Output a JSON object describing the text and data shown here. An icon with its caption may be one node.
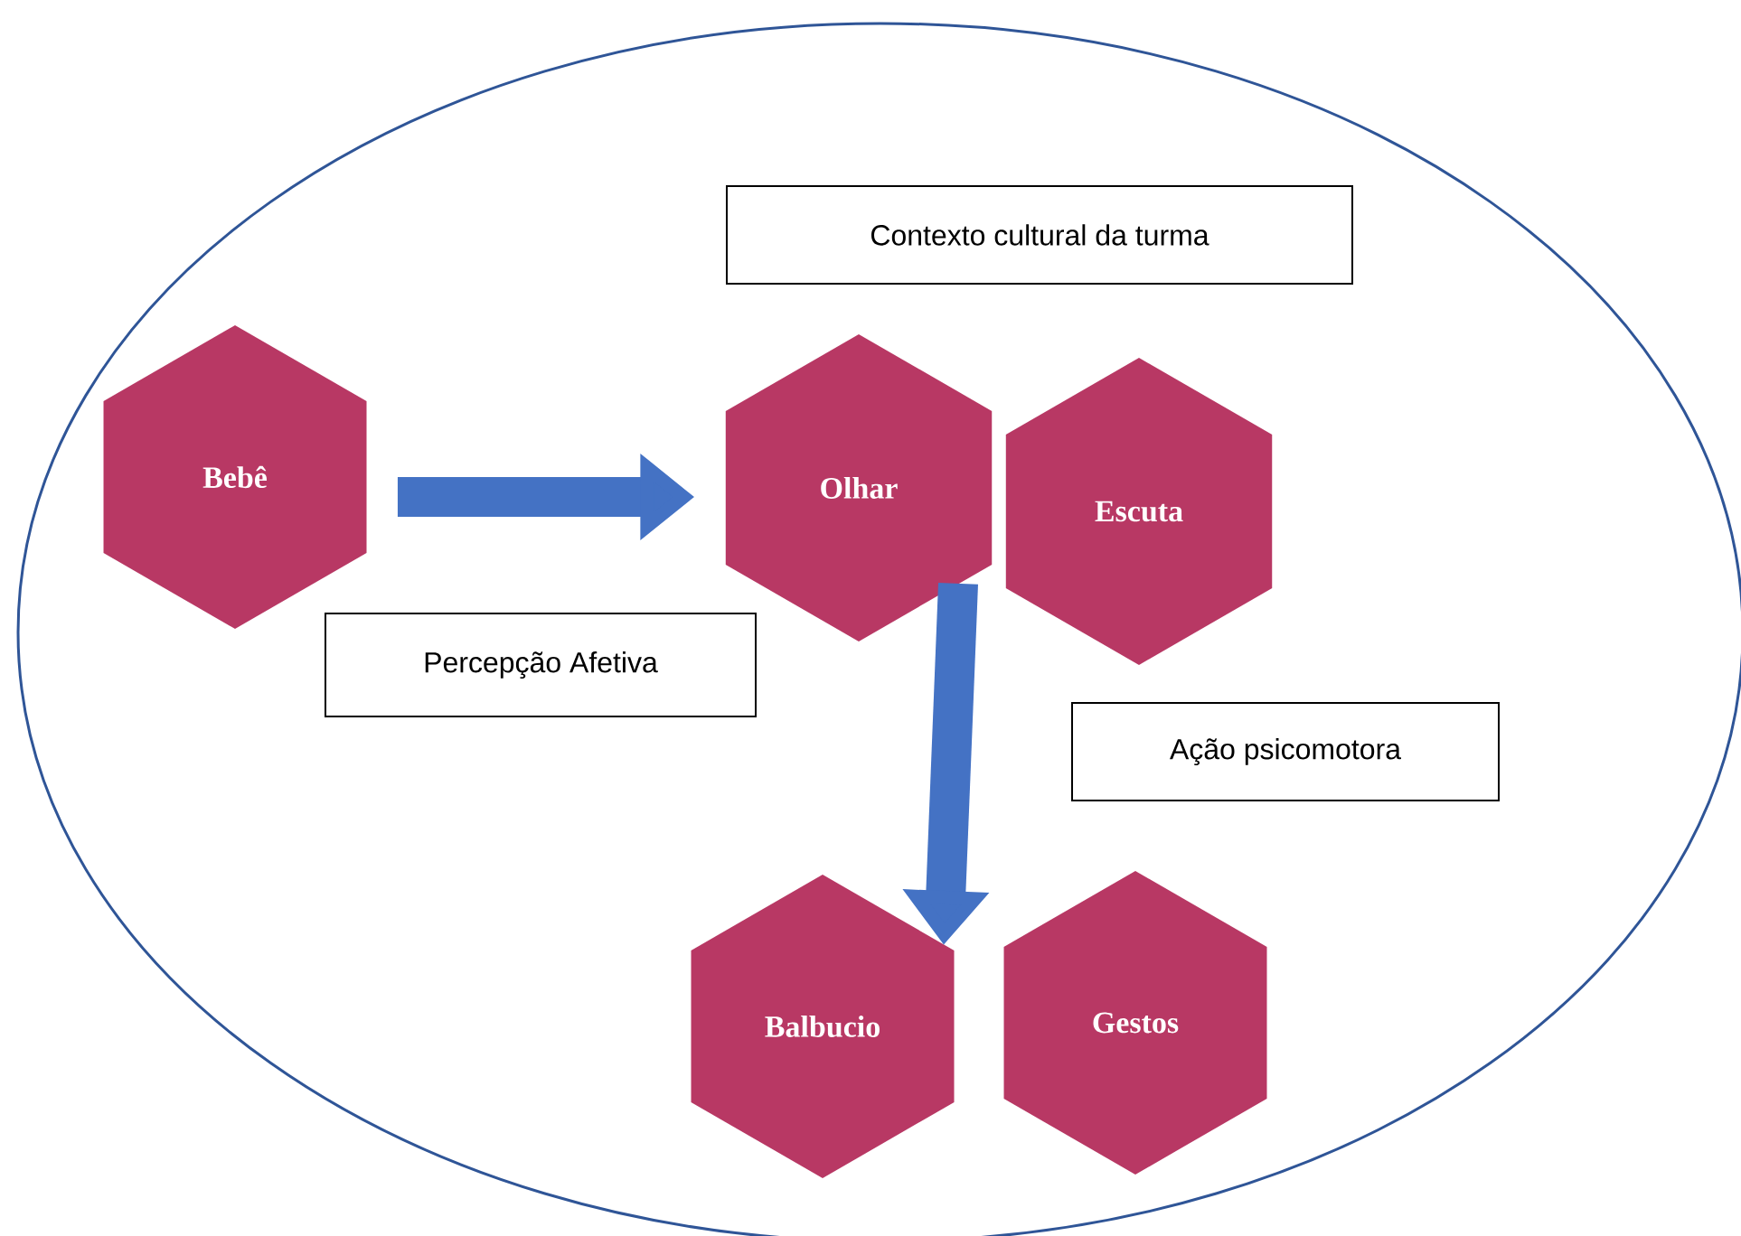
{
  "diagram": {
    "nodes": [
      {
        "text": [],
        "shape": "ellipse"
      },
      {
        "text": [
          "Contexto cultural da turma"
        ],
        "in": 0
      },
      {
        "text": [
          "Bebê"
        ],
        "in": 0
      },
      {
        "text": [
          "Olhar"
        ],
        "in": 0
      },
      {
        "text": [
          "Escuta"
        ],
        "in": 0
      },
      {
        "text": [
          "Percepção Afetiva"
        ],
        "in": 0
      },
      {
        "text": [
          "Ação psicomotora"
        ],
        "in": 0
      },
      {
        "text": [
          "Balbucio"
        ],
        "in": 0
      },
      {
        "text": [
          "Gestos"
        ],
        "in": 0
      }
    ],
    "edges": [
      {
        "from": 2,
        "to": 3,
        "arrow": "to"
      },
      {
        "from": 3,
        "to": 7,
        "arrow": "to"
      }
    ]
  }
}
